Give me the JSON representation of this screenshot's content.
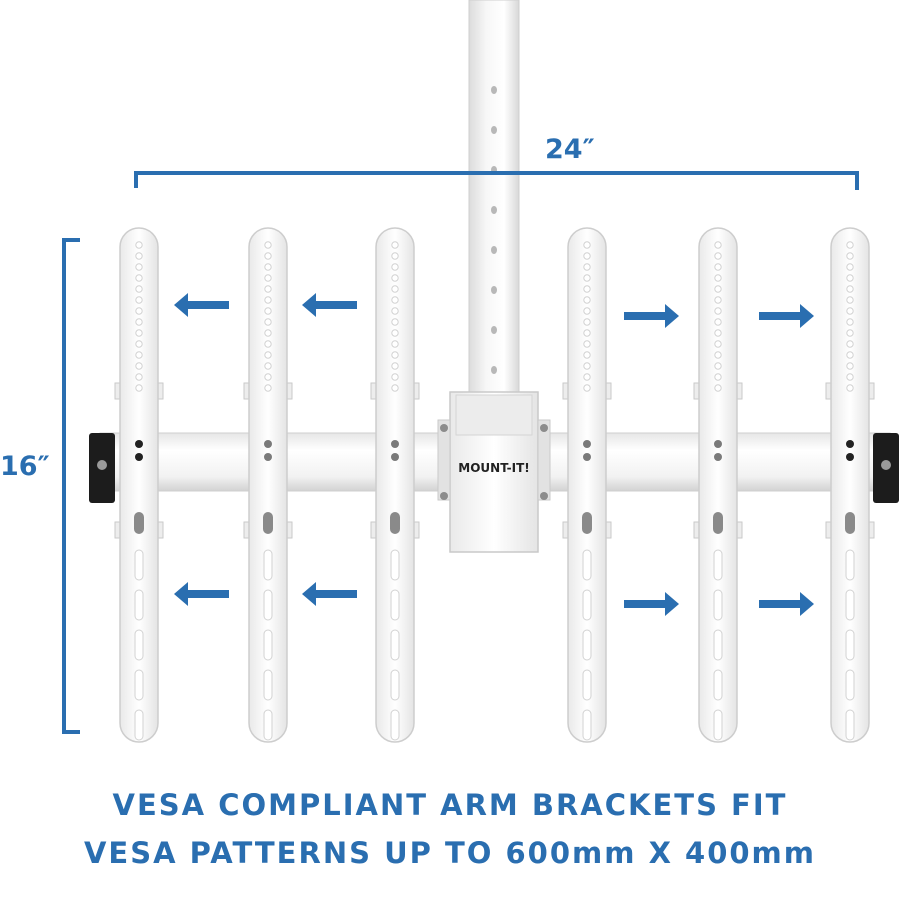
{
  "dimensions": {
    "width_label": "24″",
    "height_label": "16″"
  },
  "logo_text": "MOUNT-IT!",
  "caption": {
    "line1": "VESA COMPLIANT ARM BRACKETS FIT",
    "line2": "VESA PATTERNS UP TO 600mm X 400mm"
  },
  "colors": {
    "accent": "#2a6eb0",
    "mount_white": "#f4f4f4",
    "mount_shadow": "#d6d6d6",
    "outline": "#c9c9c9",
    "cap_dark": "#1c1c1c"
  },
  "arrows": {
    "left_side": "arrow-left-icon",
    "right_side": "arrow-right-icon"
  }
}
